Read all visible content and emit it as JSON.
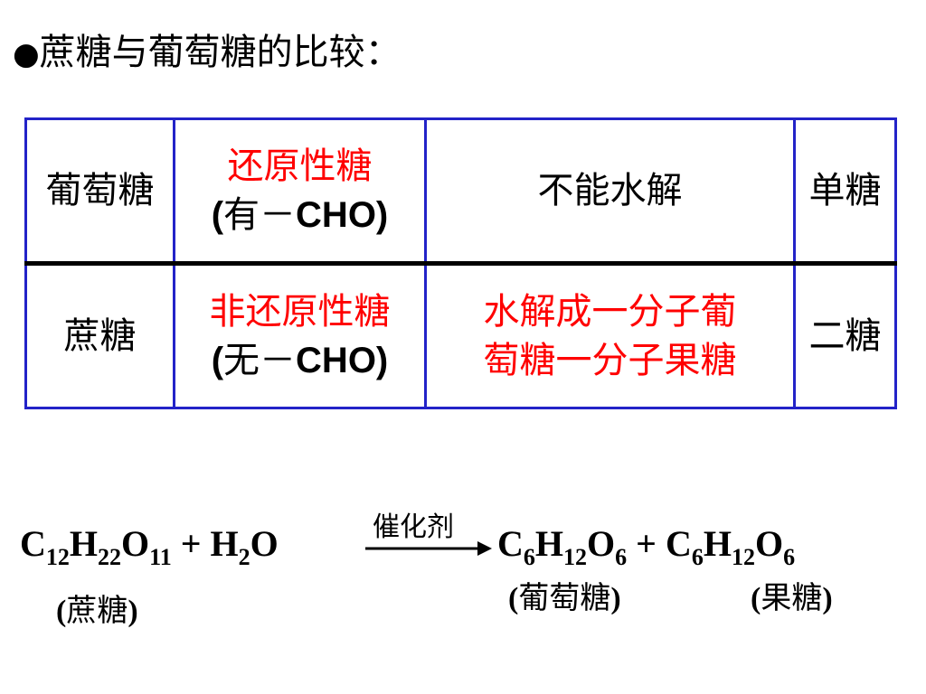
{
  "title": {
    "bullet": "●",
    "text": "蔗糖与葡萄糖的比较："
  },
  "table": {
    "rows": [
      {
        "name": "葡萄糖",
        "property_line1": "还原性糖",
        "property_line2_open": "(",
        "property_line2_word": "有－",
        "property_line2_group": "CHO)",
        "hydrolysis_line1": "不能水解",
        "hydrolysis_line2": "",
        "category": "单糖"
      },
      {
        "name": "蔗糖",
        "property_line1": "非还原性糖",
        "property_line2_open": "(",
        "property_line2_word": "无－",
        "property_line2_group": "CHO)",
        "hydrolysis_line1": "水解成一分子葡",
        "hydrolysis_line2": "萄糖一分子果糖",
        "category": "二糖"
      }
    ]
  },
  "equation": {
    "catalyst": "催化剂",
    "reactant1": {
      "c": "C",
      "c_n": "12",
      "h": "H",
      "h_n": "22",
      "o": "O",
      "o_n": "11"
    },
    "plus1": " + ",
    "reactant2": {
      "h": "H",
      "h_n": "2",
      "o": "O"
    },
    "product1": {
      "c": "C",
      "c_n": "6",
      "h": "H",
      "h_n": "12",
      "o": "O",
      "o_n": "6"
    },
    "plus2": " + ",
    "product2": {
      "c": "C",
      "c_n": "6",
      "h": "H",
      "h_n": "12",
      "o": "O",
      "o_n": "6"
    },
    "notes": {
      "reactant1": {
        "open": "(",
        "text": "蔗糖",
        "close": ")"
      },
      "product1": {
        "open": "(",
        "text": "葡萄糖",
        "close": ")"
      },
      "product2": {
        "open": "(",
        "text": "果糖",
        "close": ")"
      }
    }
  },
  "colors": {
    "table_border": "#2323c8",
    "highlight": "#ff0000",
    "row_divider": "#000000"
  }
}
